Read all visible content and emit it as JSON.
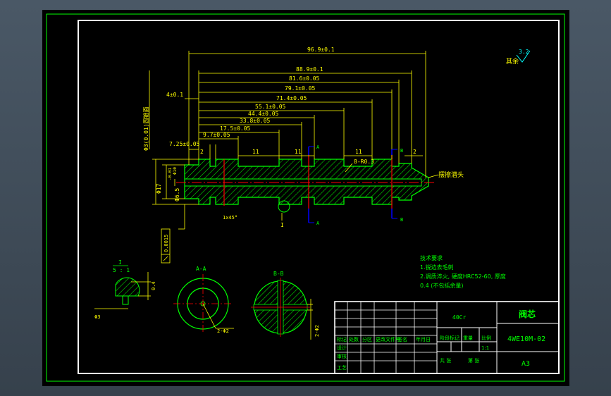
{
  "colors": {
    "background": "#000000",
    "frame": "#ffffff",
    "outer_frame": "#00ff00",
    "part_outline": "#00ff00",
    "hatch": "#00ff00",
    "dimension": "#ffff00",
    "centerline": "#ff0000",
    "section_marker": "#0000ff",
    "text": "#00ff00",
    "roughness": "#00ffff"
  },
  "roughness_symbol": {
    "value": "3.2",
    "suffix": "其余"
  },
  "dimensions": {
    "total_length": "96.9±0.1",
    "d1": "88.9±0.1",
    "d2": "81.6±0.05",
    "d3": "79.1±0.05",
    "d4": "71.4±0.05",
    "d5": "55.1±0.05",
    "d6": "44.4±0.05",
    "d7": "33.8±0.05",
    "d8": "17.5±0.05",
    "d9": "9.7±0.05",
    "d10": "7.25±0.05",
    "d11": "4±0.1",
    "groove_a": "11",
    "groove_b": "11",
    "groove_c": "11",
    "edge_2a": "2",
    "edge_2b": "2",
    "vertical_note": "Φ3(0.01)圆锥面",
    "radius": "8-R0.3",
    "dia_main": "Φ17",
    "dia_tol": "-0.01",
    "dia_hole": "Φ6.5",
    "dia_small": "Φ10"
  },
  "annotations": {
    "cone_label": "摆擦潜头",
    "section_a": "A",
    "section_b": "B",
    "detail_marker": "I",
    "chamfer": "1x45°",
    "runout": "0.0015"
  },
  "details": {
    "detail_title": "I",
    "detail_scale": "5 : 1",
    "detail_dim_top": "0.4",
    "detail_dim_left": "Φ3",
    "section_aa_title": "A-A",
    "section_aa_dim": "2-Φ2",
    "section_bb_title": "B-B",
    "section_bb_dim": "2-Φ2"
  },
  "tech_requirements": {
    "title": "技术要求",
    "line1": "1.锐边去毛刺",
    "line2": "2.调质淬火, 硬度HRC52-60, 厚度",
    "line3": "0.4 (不包括余量)"
  },
  "title_block": {
    "part_name": "阀芯",
    "drawing_number": "4WE10M-02",
    "material": "40Cr",
    "sheet_size": "A3",
    "scale_label": "比例",
    "mark_label": "阶段标记",
    "weight_label": "重量",
    "scale_value": "1:1",
    "sheet_label": "共 张",
    "sheet_of_label": "第 张",
    "row_labels": [
      "标记",
      "设计",
      "审核",
      "工艺"
    ],
    "col_labels": [
      "处数",
      "分区",
      "更改文件号",
      "签名",
      "年月日"
    ]
  }
}
